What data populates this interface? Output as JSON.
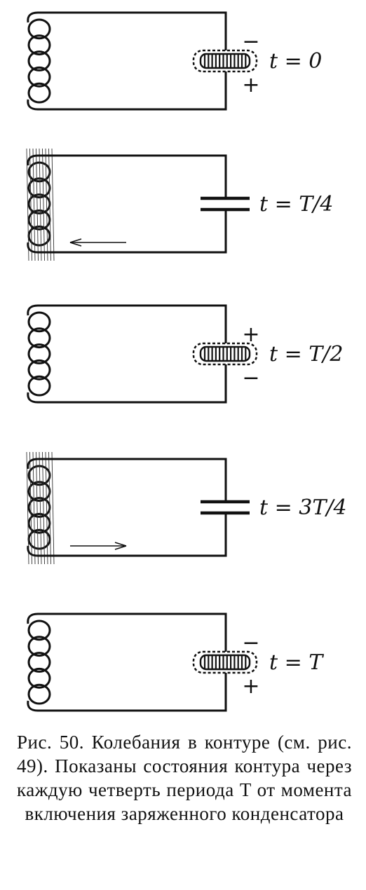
{
  "states": [
    {
      "label": "t = 0",
      "mode": "charged",
      "top_sign": "−",
      "bottom_sign": "+",
      "arrow": "none"
    },
    {
      "label": "t = T/4",
      "mode": "current",
      "top_sign": "",
      "bottom_sign": "",
      "arrow": "left"
    },
    {
      "label": "t = T/2",
      "mode": "charged",
      "top_sign": "+",
      "bottom_sign": "−",
      "arrow": "none"
    },
    {
      "label": "t = 3T/4",
      "mode": "current",
      "top_sign": "",
      "bottom_sign": "",
      "arrow": "right"
    },
    {
      "label": "t = T",
      "mode": "charged",
      "top_sign": "−",
      "bottom_sign": "+",
      "arrow": "none"
    }
  ],
  "caption": {
    "text": "Рис. 50. Колебания в контуре (см. рис. 49). Показаны состояния контура через каждую четверть периода T от момента включения заряженного конденсатора"
  }
}
